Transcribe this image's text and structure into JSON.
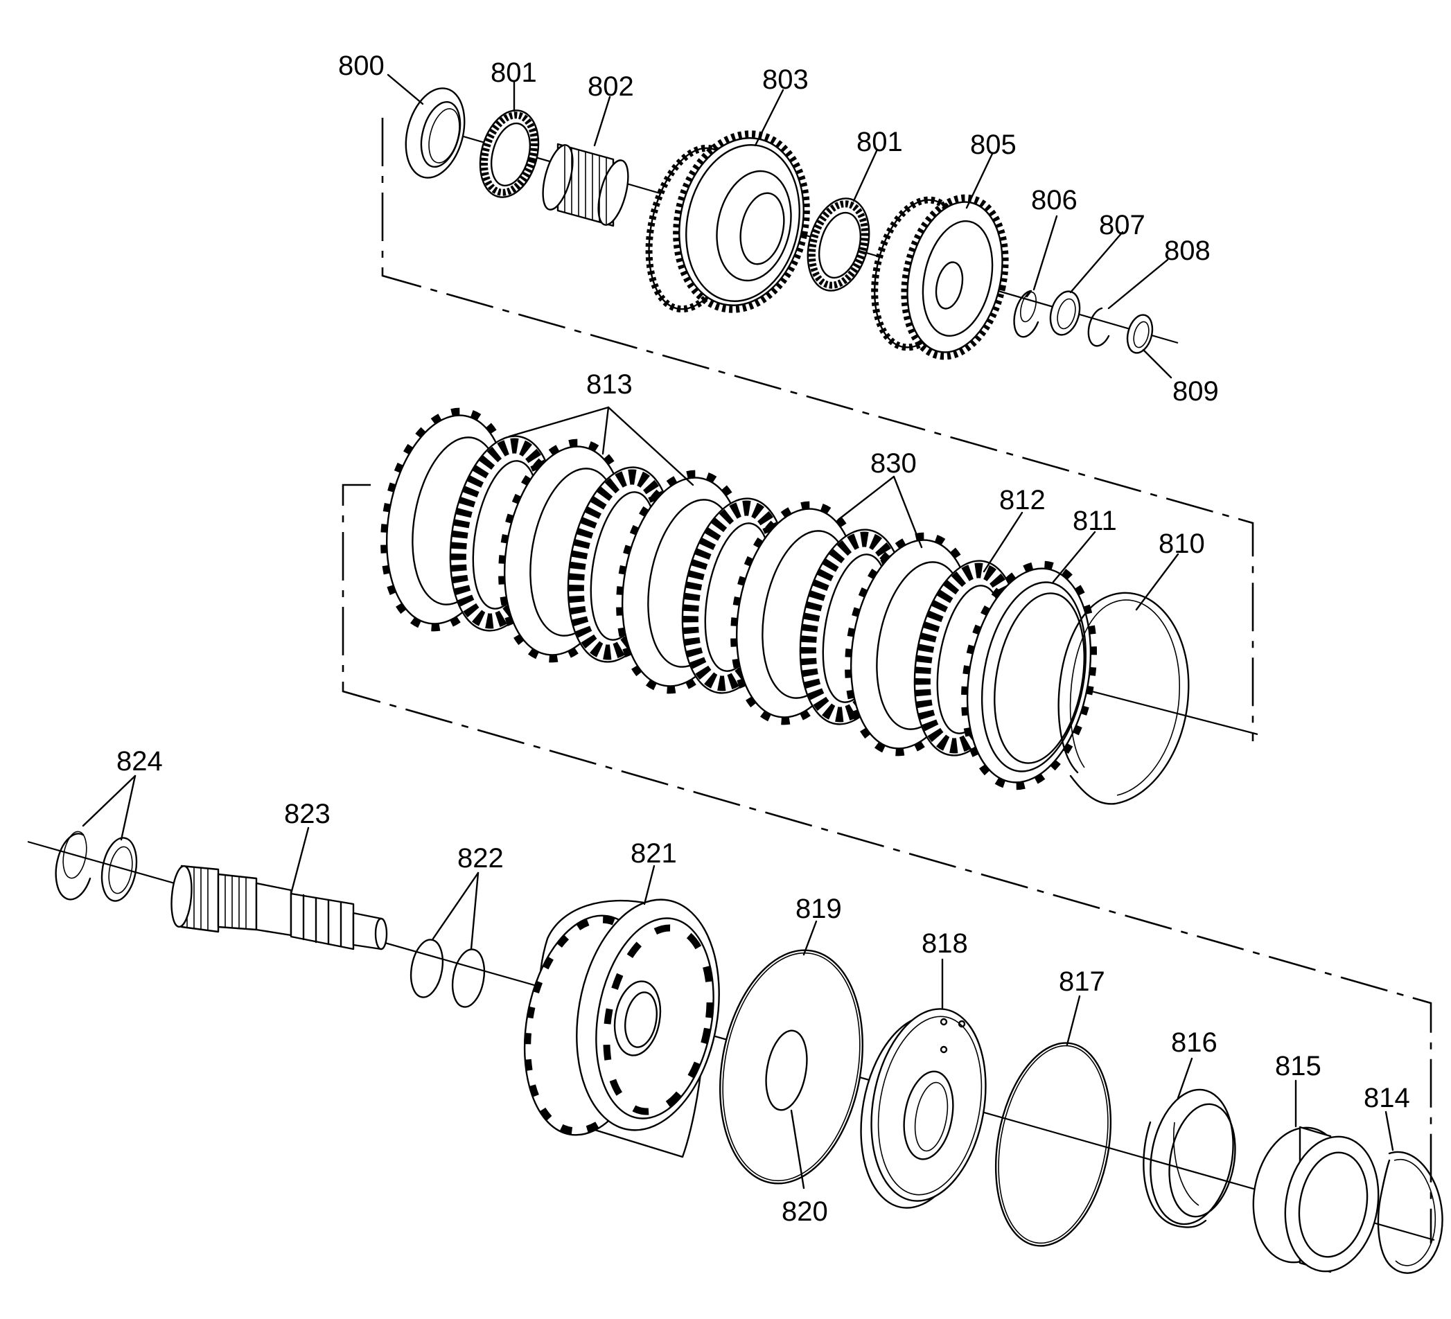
{
  "callouts": {
    "c800": "800",
    "c801a": "801",
    "c802": "802",
    "c803": "803",
    "c801b": "801",
    "c805": "805",
    "c806": "806",
    "c807": "807",
    "c808": "808",
    "c809": "809",
    "c813": "813",
    "c830": "830",
    "c812": "812",
    "c811": "811",
    "c810": "810",
    "c824": "824",
    "c823": "823",
    "c822": "822",
    "c821": "821",
    "c819": "819",
    "c818": "818",
    "c817": "817",
    "c816": "816",
    "c815": "815",
    "c814": "814",
    "c820": "820"
  },
  "colors": {
    "line": "#000000",
    "background": "#ffffff"
  }
}
